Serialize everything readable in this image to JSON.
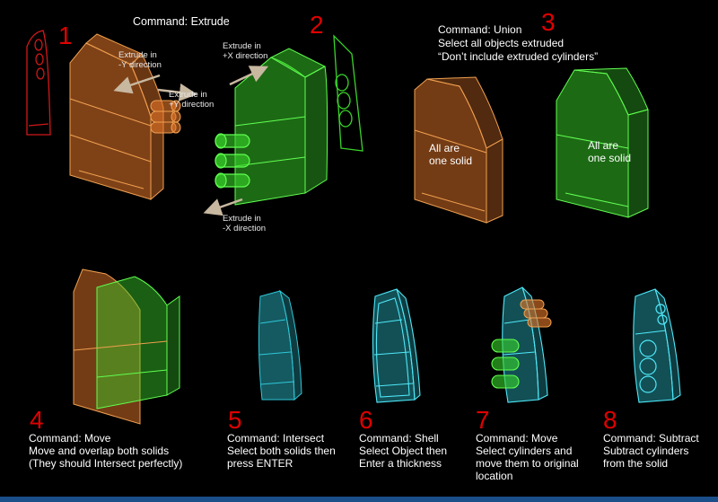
{
  "step_numbers": [
    "1",
    "2",
    "3",
    "4",
    "5",
    "6",
    "7",
    "8"
  ],
  "extrude": {
    "title": "Command: Extrude",
    "minus_y": "Extrude in\n-Y direction",
    "plus_y": "Extrude in\n+Y direction",
    "plus_x": "Extrude in\n+X direction",
    "minus_x": "Extrude in\n-X direction"
  },
  "union": {
    "title": "Command: Union",
    "line1": "Select all objects extruded",
    "line2": "“Don’t include extruded cylinders”",
    "solid_left": "All are\none solid",
    "solid_right": "All are\none solid"
  },
  "steps": {
    "move": "Command: Move\nMove and overlap both solids\n(They should Intersect perfectly)",
    "intersect": "Command: Intersect\nSelect both solids then\npress ENTER",
    "shell": "Command: Shell\nSelect Object then\nEnter a thickness",
    "move2": "Command: Move\nSelect cylinders and\nmove them to original\nlocation",
    "subtract": "Command: Subtract\nSubtract cylinders\nfrom the solid"
  },
  "colors": {
    "orange": "#e8782a",
    "green": "#39d32a",
    "cyan": "#2ec8d8",
    "red_outline": "#d01818",
    "arrow": "#c8b8a0",
    "step_number": "#e00000"
  }
}
